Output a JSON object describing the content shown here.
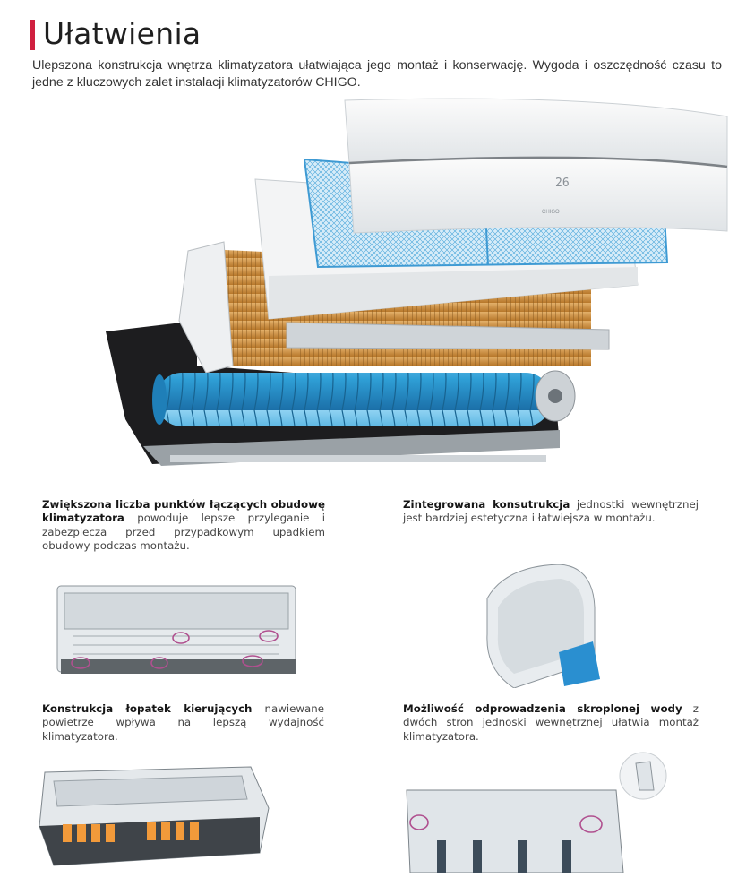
{
  "title": "Ułatwienia",
  "intro": "Ulepszona konstrukcja wnętrza klimatyzatora ułatwiająca jego montaż i konserwację. Wygoda i oszczędność czasu to jedne z kluczowych zalet instalacji klimatyzatorów CHIGO.",
  "colors": {
    "accent": "#d0203f",
    "fan": "#2f9fd6",
    "coil": "#c8862f",
    "body": "#e9ecee",
    "highlight": "#c45a9a",
    "vane": "#f29a3a"
  },
  "hero": {
    "display_value": "26",
    "brand": "CHIGO"
  },
  "features": [
    {
      "bold": "Zwiększona liczba punktów łączących obudowę klimatyzatora",
      "text": " powoduje lepsze przyleganie i zabezpiecza przed przypadkowym upadkiem obudowy podczas montażu."
    },
    {
      "bold": "Zintegrowana konsutrukcja",
      "text": " jednostki wewnętrznej jest bardziej estetyczna i łatwiejsza w montażu."
    },
    {
      "bold": "Konstrukcja łopatek kierujących",
      "text": " nawiewane powietrze wpływa na lepszą wydajność klimatyzatora."
    },
    {
      "bold": "Możliwość odprowadzenia skroplonej wody",
      "text": " z dwóch stron jednoski wewnętrznej ułatwia montaż klimatyzatora."
    }
  ]
}
